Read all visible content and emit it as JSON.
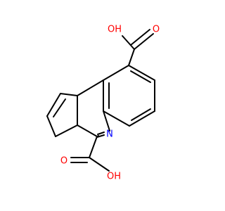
{
  "molecule": {
    "atom_labels": {
      "oh_top": {
        "text": "OH",
        "element": "O",
        "color": "#ff0000"
      },
      "o_top": {
        "text": "O",
        "element": "O",
        "color": "#ff0000"
      },
      "n_ring": {
        "text": "N",
        "element": "N",
        "color": "#0000ff"
      },
      "o_bottom": {
        "text": "O",
        "element": "O",
        "color": "#ff0000"
      },
      "oh_bottom": {
        "text": "OH",
        "element": "O",
        "color": "#ff0000"
      }
    },
    "bond_color": "#000000",
    "background": "#ffffff"
  }
}
